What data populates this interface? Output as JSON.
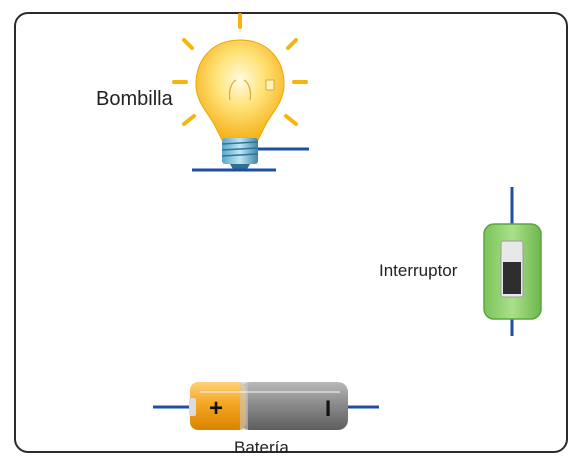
{
  "components": {
    "bulb": {
      "label": "Bombilla"
    },
    "switch": {
      "label": "Interruptor"
    },
    "battery": {
      "label": "Batería",
      "positive_symbol": "+",
      "negative_symbol": "I"
    }
  },
  "colors": {
    "wire": "#1f4fa0",
    "ray": "#f5b50a",
    "bulb_glow": "#ffd84a",
    "switch_body": "#8fd36a",
    "battery_positive": "#f5a623",
    "battery_body": "#8a8a8a"
  }
}
